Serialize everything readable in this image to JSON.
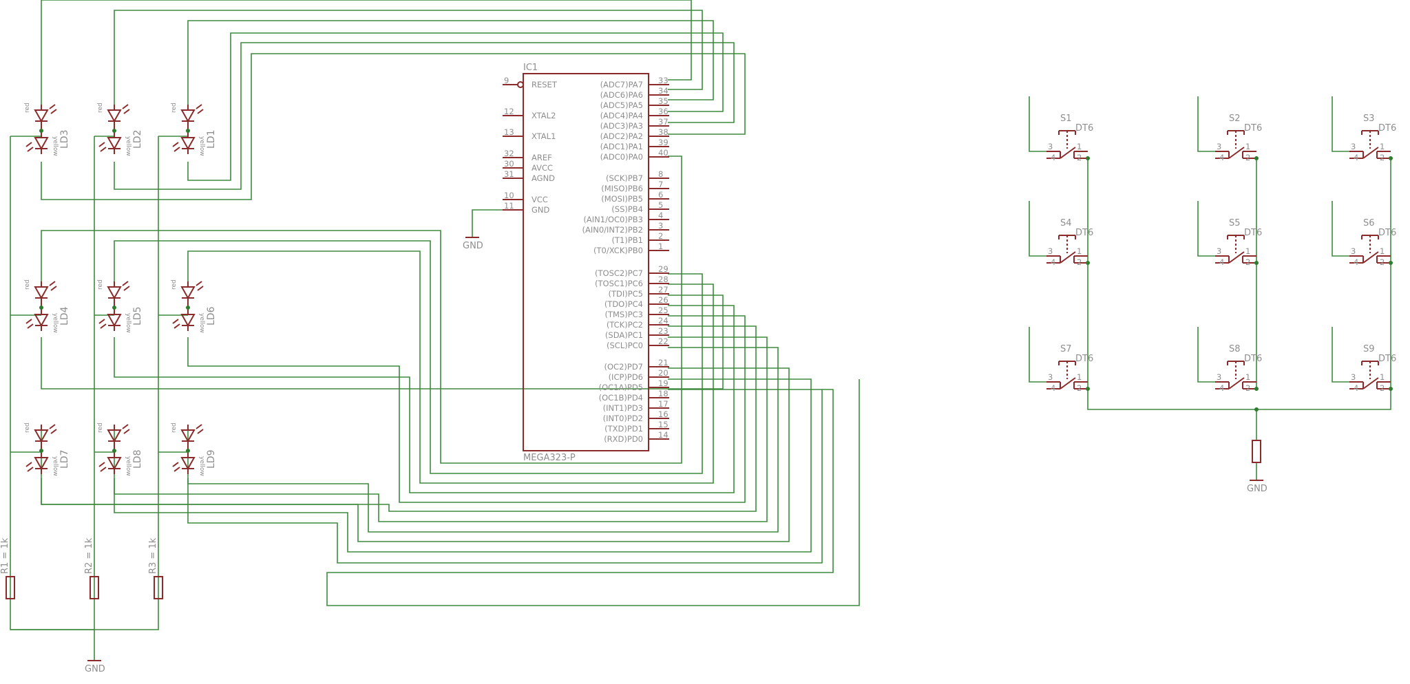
{
  "ic": {
    "name": "IC1",
    "value": "MEGA323-P",
    "left_pins": [
      {
        "num": "9",
        "name": "RESET",
        "inverted": true
      },
      {
        "num": "12",
        "name": "XTAL2"
      },
      {
        "num": "13",
        "name": "XTAL1"
      },
      {
        "num": "32",
        "name": "AREF"
      },
      {
        "num": "30",
        "name": "AVCC"
      },
      {
        "num": "31",
        "name": "AGND"
      },
      {
        "num": "10",
        "name": "VCC"
      },
      {
        "num": "11",
        "name": "GND"
      }
    ],
    "right_pins": [
      {
        "num": "33",
        "name": "(ADC7)PA7"
      },
      {
        "num": "34",
        "name": "(ADC6)PA6"
      },
      {
        "num": "35",
        "name": "(ADC5)PA5"
      },
      {
        "num": "36",
        "name": "(ADC4)PA4"
      },
      {
        "num": "37",
        "name": "(ADC3)PA3"
      },
      {
        "num": "38",
        "name": "(ADC2)PA2"
      },
      {
        "num": "39",
        "name": "(ADC1)PA1"
      },
      {
        "num": "40",
        "name": "(ADC0)PA0"
      },
      {
        "num": "8",
        "name": "(SCK)PB7"
      },
      {
        "num": "7",
        "name": "(MISO)PB6"
      },
      {
        "num": "6",
        "name": "(MOSI)PB5"
      },
      {
        "num": "5",
        "name": "(SS)PB4"
      },
      {
        "num": "4",
        "name": "(AIN1/OC0)PB3"
      },
      {
        "num": "3",
        "name": "(AIN0/INT2)PB2"
      },
      {
        "num": "2",
        "name": "(T1)PB1"
      },
      {
        "num": "1",
        "name": "(T0/XCK)PB0"
      },
      {
        "num": "29",
        "name": "(TOSC2)PC7"
      },
      {
        "num": "28",
        "name": "(TOSC1)PC6"
      },
      {
        "num": "27",
        "name": "(TDI)PC5"
      },
      {
        "num": "26",
        "name": "(TDO)PC4"
      },
      {
        "num": "25",
        "name": "(TMS)PC3"
      },
      {
        "num": "24",
        "name": "(TCK)PC2"
      },
      {
        "num": "23",
        "name": "(SDA)PC1"
      },
      {
        "num": "22",
        "name": "(SCL)PC0"
      },
      {
        "num": "21",
        "name": "(OC2)PD7"
      },
      {
        "num": "20",
        "name": "(ICP)PD6"
      },
      {
        "num": "19",
        "name": "(OC1A)PD5"
      },
      {
        "num": "18",
        "name": "(OC1B)PD4"
      },
      {
        "num": "17",
        "name": "(INT1)PD3"
      },
      {
        "num": "16",
        "name": "(INT0)PD2"
      },
      {
        "num": "15",
        "name": "(TXD)PD1"
      },
      {
        "num": "14",
        "name": "(RXD)PD0"
      }
    ]
  },
  "leds": [
    {
      "name": "LD3",
      "red": "red",
      "yellow": "yellow"
    },
    {
      "name": "LD2",
      "red": "red",
      "yellow": "yellow"
    },
    {
      "name": "LD1",
      "red": "red",
      "yellow": "yellow"
    },
    {
      "name": "LD4",
      "red": "red",
      "yellow": "yellow"
    },
    {
      "name": "LD5",
      "red": "red",
      "yellow": "yellow"
    },
    {
      "name": "LD6",
      "red": "red",
      "yellow": "yellow"
    },
    {
      "name": "LD7",
      "red": "red",
      "yellow": "yellow"
    },
    {
      "name": "LD8",
      "red": "red",
      "yellow": "yellow"
    },
    {
      "name": "LD9",
      "red": "red",
      "yellow": "yellow"
    }
  ],
  "resistors": [
    {
      "label": "R1 = 1k"
    },
    {
      "label": "R2 = 1k"
    },
    {
      "label": "R3 = 1k"
    }
  ],
  "switches": [
    {
      "name": "S1",
      "type": "DT6",
      "pins": [
        "3",
        "4",
        "1",
        "2"
      ]
    },
    {
      "name": "S2",
      "type": "DT6",
      "pins": [
        "3",
        "4",
        "1",
        "2"
      ]
    },
    {
      "name": "S3",
      "type": "DT6",
      "pins": [
        "3",
        "4",
        "1",
        "2"
      ]
    },
    {
      "name": "S4",
      "type": "DT6",
      "pins": [
        "3",
        "4",
        "1",
        "2"
      ]
    },
    {
      "name": "S5",
      "type": "DT6",
      "pins": [
        "3",
        "4",
        "1",
        "2"
      ]
    },
    {
      "name": "S6",
      "type": "DT6",
      "pins": [
        "3",
        "4",
        "1",
        "2"
      ]
    },
    {
      "name": "S7",
      "type": "DT6",
      "pins": [
        "3",
        "4",
        "1",
        "2"
      ]
    },
    {
      "name": "S8",
      "type": "DT6",
      "pins": [
        "3",
        "4",
        "1",
        "2"
      ]
    },
    {
      "name": "S9",
      "type": "DT6",
      "pins": [
        "3",
        "4",
        "1",
        "2"
      ]
    }
  ],
  "gnd_labels": [
    "GND",
    "GND",
    "GND"
  ],
  "colors": {
    "wire": "#3d8a3d",
    "component": "#8b2a2a",
    "label": "#8e8e8e",
    "junction": "#2e7d2e"
  }
}
